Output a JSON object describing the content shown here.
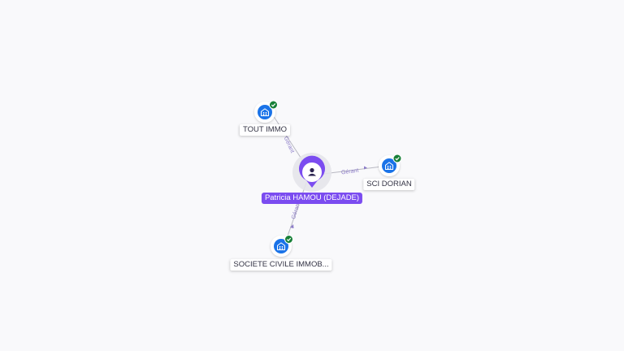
{
  "colors": {
    "background": "#f9f9fb",
    "accent": "#7b4cf0",
    "company_icon": "#1a73e8",
    "check": "#188038",
    "edge": "#b8b8c2",
    "edge_label": "#8c7cc8"
  },
  "center_node": {
    "label": "Patricia HAMOU (DEJADE)",
    "icon": "person-icon"
  },
  "nodes": [
    {
      "id": "tout-immo",
      "label": "TOUT IMMO",
      "icon": "building-icon",
      "verified": true
    },
    {
      "id": "sci-dorian",
      "label": "SCI DORIAN",
      "icon": "building-icon",
      "verified": true
    },
    {
      "id": "societe-civile",
      "label": "SOCIETE CIVILE IMMOB...",
      "icon": "building-icon",
      "verified": true
    }
  ],
  "edges": [
    {
      "to": "tout-immo",
      "label": "Gérant"
    },
    {
      "to": "sci-dorian",
      "label": "Gérant"
    },
    {
      "to": "societe-civile",
      "label": "Gérant"
    }
  ]
}
